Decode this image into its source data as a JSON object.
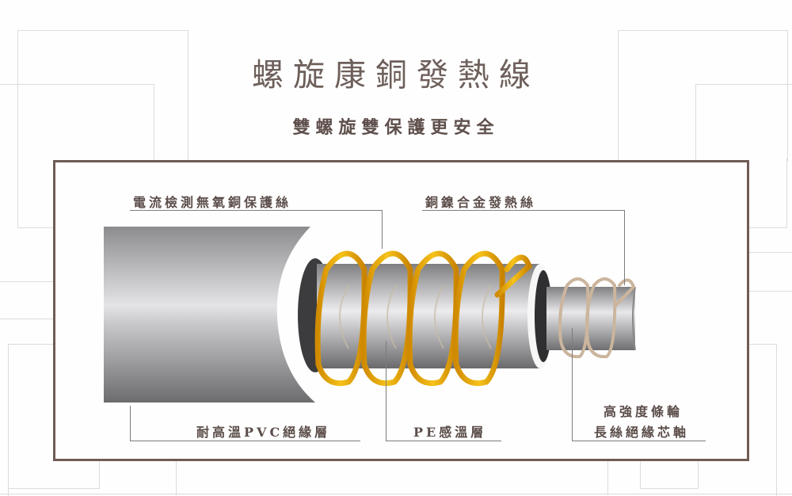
{
  "header": {
    "title": "螺旋康銅發熱線",
    "subtitle": "雙螺旋雙保護更安全"
  },
  "diagram": {
    "frame_color": "#6f5b55",
    "labels": {
      "protection_wire": "電流檢測無氧銅保護絲",
      "heating_wire": "銅鎳合金發熱絲",
      "pvc_insulation": "耐高溫PVC絕緣層",
      "pe_sensing": "PE感溫層",
      "core_line1": "高強度條輪",
      "core_line2": "長絲絕緣芯軸"
    },
    "colors": {
      "heating_coil": "#e6a800",
      "sensor_coil": "#cdb9a3",
      "sheath": "#9a9a9c"
    }
  }
}
